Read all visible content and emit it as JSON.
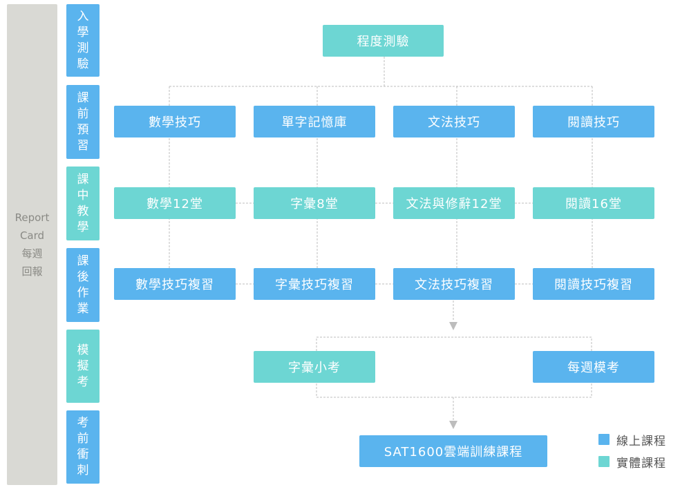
{
  "colors": {
    "online": "#5ab4ee",
    "offline": "#6dd6d3",
    "panel": "#d9d9d4",
    "connector": "#bdbdbd"
  },
  "side_panel": {
    "line1": "Report",
    "line2": "Card",
    "line3": "每週",
    "line4": "回報"
  },
  "stages": [
    "入學測驗",
    "課前預習",
    "課中教學",
    "課後作業",
    "模擬考",
    "考前衝刺"
  ],
  "top": "程度測驗",
  "row1": [
    "數學技巧",
    "單字記憶庫",
    "文法技巧",
    "閱讀技巧"
  ],
  "row2": [
    "數學12堂",
    "字彙8堂",
    "文法與修辭12堂",
    "閱讀16堂"
  ],
  "row3": [
    "數學技巧複習",
    "字彙技巧複習",
    "文法技巧複習",
    "閱讀技巧複習"
  ],
  "row4": [
    "字彙小考",
    "每週模考"
  ],
  "final": "SAT1600雲端訓練課程",
  "legend": {
    "online": "線上課程",
    "offline": "實體課程"
  }
}
